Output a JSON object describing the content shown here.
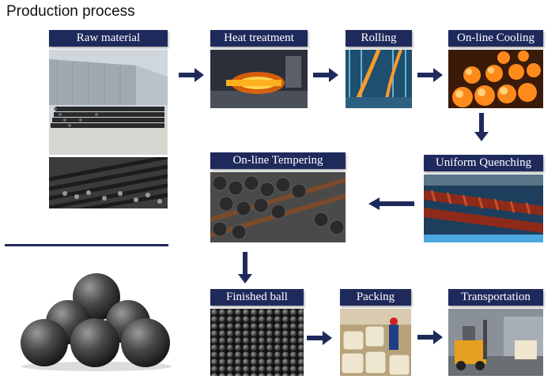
{
  "header": {
    "title": "Production process"
  },
  "steps": {
    "raw_material": "Raw material",
    "heat_treatment": "Heat treatment",
    "rolling": "Rolling",
    "online_cooling": "On-line Cooling",
    "uniform_quenching": "Uniform Quenching",
    "online_tempering": "On-line Tempering",
    "finished_ball": "Finished ball",
    "packing": "Packing",
    "transportation": "Transportation"
  },
  "colors": {
    "label_bg": "#1f2a5c",
    "arrow": "#1f2a5c",
    "accent_orange": "#ff8a1c"
  },
  "icons": {
    "arrow_right": "arrow-right-icon",
    "arrow_left": "arrow-left-icon",
    "arrow_down": "arrow-down-icon"
  }
}
